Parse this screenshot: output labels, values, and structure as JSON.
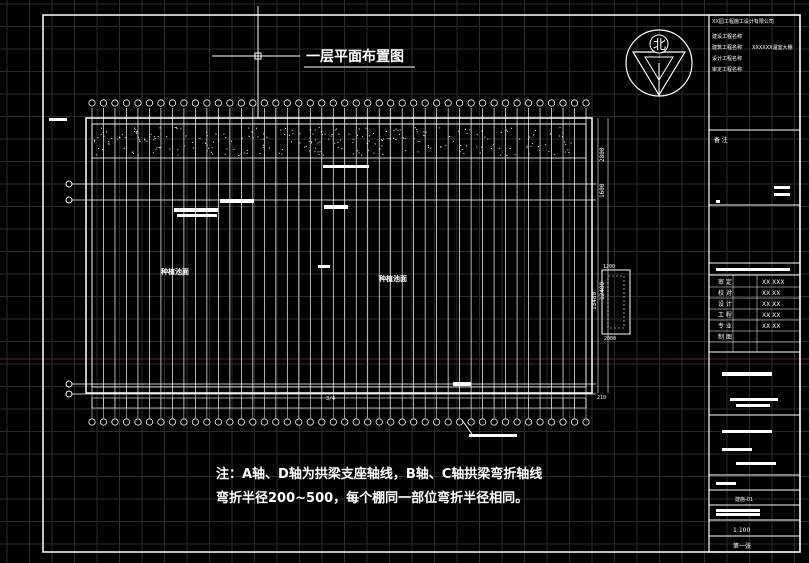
{
  "drawing": {
    "title": "一层平面布置图",
    "north_label": "北",
    "zone_left": "种植池面",
    "zone_center": "种植池面",
    "note_line1": "注：A轴、D轴为拱梁支座轴线，B轴、C轴拱梁弯折轴线",
    "note_line2": "弯折半径200~500，每个棚同一部位弯折半径相同。",
    "dim_top": "2800",
    "dim_mid": "1600",
    "dim_main": "12480",
    "dim_side": "13480",
    "dim_annex_top": "1200",
    "dim_annex_bottom": "2000",
    "dim_corner": "210",
    "dim_bottom_label": "3/4",
    "col_count": 44
  },
  "title_block": {
    "company": "XX园工程施工设计有限公司",
    "rows": [
      {
        "label": "建设工程名称",
        "value": ""
      },
      {
        "label": "建筑工程名称",
        "value": "XXXXXX温室大棚"
      },
      {
        "label": "设计工程名称",
        "value": ""
      },
      {
        "label": "审定工程名称",
        "value": ""
      }
    ],
    "remarks_label": "备 注",
    "sign_rows": [
      {
        "role": "审 定",
        "name": "XX XXX"
      },
      {
        "role": "校 对",
        "name": "XX XX"
      },
      {
        "role": "设 计",
        "name": "XX XX"
      },
      {
        "role": "工 程",
        "name": "XX XX"
      },
      {
        "role": "专 业",
        "name": "XX XX"
      },
      {
        "role": "制 图",
        "name": ""
      }
    ],
    "drawing_no": "建施-01",
    "scale": "1:100",
    "sheet": "第一张"
  }
}
